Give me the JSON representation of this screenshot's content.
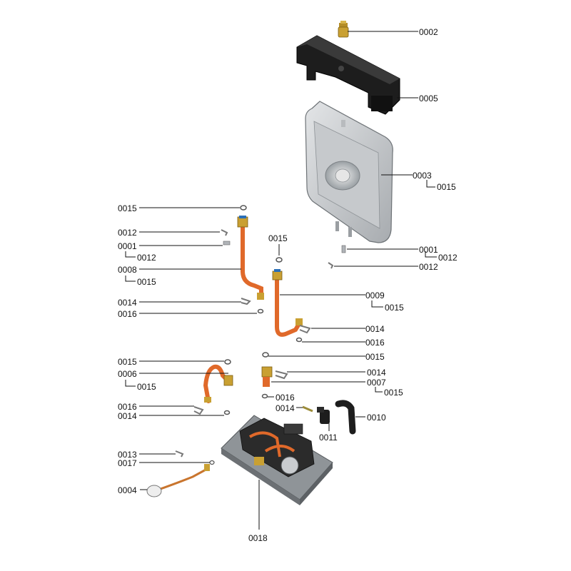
{
  "diagram": {
    "title": "",
    "callouts": [
      {
        "id": "c-0002",
        "text": "0002"
      },
      {
        "id": "c-0005",
        "text": "0005"
      },
      {
        "id": "c-0003",
        "text": "0003"
      },
      {
        "id": "c-0015-a",
        "text": "0015"
      },
      {
        "id": "c-0015-b",
        "text": "0015"
      },
      {
        "id": "c-0012-a",
        "text": "0012"
      },
      {
        "id": "c-0001-a",
        "text": "0001"
      },
      {
        "id": "c-0012-b",
        "text": "0012"
      },
      {
        "id": "c-0008",
        "text": "0008"
      },
      {
        "id": "c-0015-c",
        "text": "0015"
      },
      {
        "id": "c-0015-d",
        "text": "0015"
      },
      {
        "id": "c-0001-b",
        "text": "0001"
      },
      {
        "id": "c-0012-c",
        "text": "0012"
      },
      {
        "id": "c-0012-d",
        "text": "0012"
      },
      {
        "id": "c-0014-a",
        "text": "0014"
      },
      {
        "id": "c-0016-a",
        "text": "0016"
      },
      {
        "id": "c-0009",
        "text": "0009"
      },
      {
        "id": "c-0015-e",
        "text": "0015"
      },
      {
        "id": "c-0014-b",
        "text": "0014"
      },
      {
        "id": "c-0016-b",
        "text": "0016"
      },
      {
        "id": "c-0015-f",
        "text": "0015"
      },
      {
        "id": "c-0015-g",
        "text": "0015"
      },
      {
        "id": "c-0006",
        "text": "0006"
      },
      {
        "id": "c-0015-h",
        "text": "0015"
      },
      {
        "id": "c-0014-c",
        "text": "0014"
      },
      {
        "id": "c-0007",
        "text": "0007"
      },
      {
        "id": "c-0015-i",
        "text": "0015"
      },
      {
        "id": "c-0016-c",
        "text": "0016"
      },
      {
        "id": "c-0014-d",
        "text": "0014"
      },
      {
        "id": "c-0016-d",
        "text": "0016"
      },
      {
        "id": "c-0014-e",
        "text": "0014"
      },
      {
        "id": "c-0011",
        "text": "0011"
      },
      {
        "id": "c-0010",
        "text": "0010"
      },
      {
        "id": "c-0013",
        "text": "0013"
      },
      {
        "id": "c-0017",
        "text": "0017"
      },
      {
        "id": "c-0004",
        "text": "0004"
      },
      {
        "id": "c-0018",
        "text": "0018"
      }
    ]
  },
  "colors": {
    "copper": "#e0692a",
    "copper_dark": "#b44c17",
    "brass": "#c9a032",
    "black_part": "#1d1d1d",
    "steel": "#c9cccf",
    "steel_dark": "#8d9296",
    "blue_cap": "#2a6fb8"
  }
}
